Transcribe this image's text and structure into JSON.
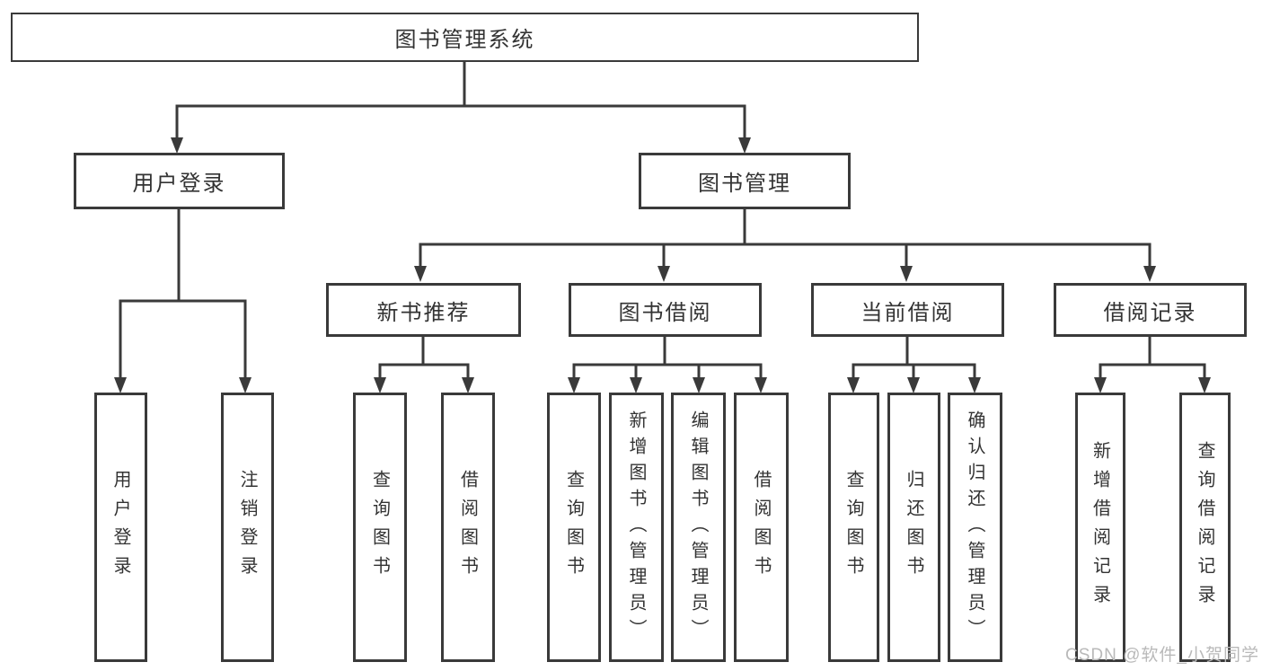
{
  "colors": {
    "line": "#3a3a3a",
    "text": "#333333",
    "fill": "#ffffff",
    "watermark": "#b9b9b9",
    "bg": "#ffffff"
  },
  "watermark": {
    "text": "CSDN @软件_小贺同学"
  },
  "tree": {
    "root": {
      "label": "图书管理系统"
    },
    "branches": [
      {
        "label": "用户登录",
        "children": [
          {
            "label": "用户登录"
          },
          {
            "label": "注销登录"
          }
        ]
      },
      {
        "label": "图书管理",
        "children": [
          {
            "label": "新书推荐",
            "children": [
              {
                "label": "查询图书"
              },
              {
                "label": "借阅图书"
              }
            ]
          },
          {
            "label": "图书借阅",
            "children": [
              {
                "label": "查询图书"
              },
              {
                "label": "新增图书（管理员）"
              },
              {
                "label": "编辑图书（管理员）"
              },
              {
                "label": "借阅图书"
              }
            ]
          },
          {
            "label": "当前借阅",
            "children": [
              {
                "label": "查询图书"
              },
              {
                "label": "归还图书"
              },
              {
                "label": "确认归还（管理员）"
              }
            ]
          },
          {
            "label": "借阅记录",
            "children": [
              {
                "label": "新增借阅记录"
              },
              {
                "label": "查询借阅记录"
              }
            ]
          }
        ]
      }
    ]
  }
}
